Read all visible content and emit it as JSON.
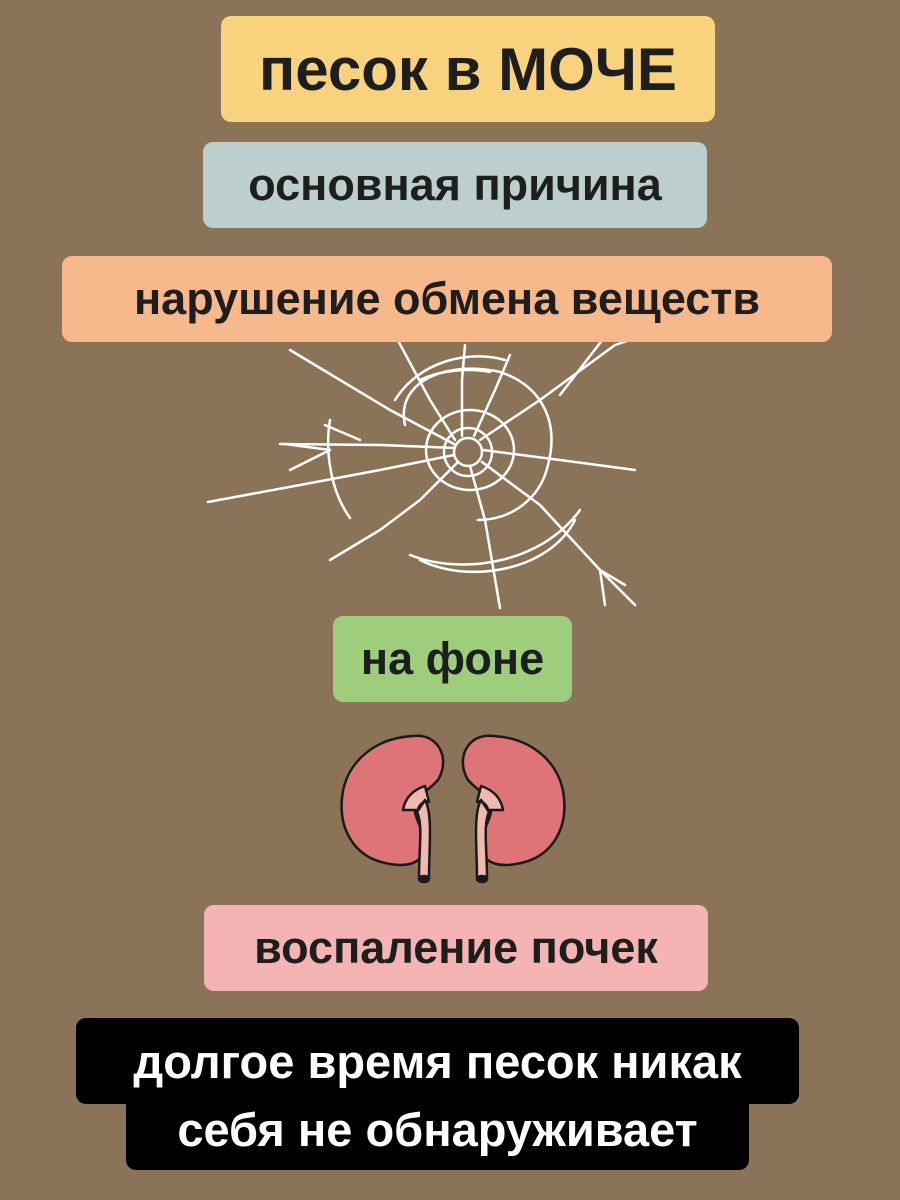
{
  "title": {
    "text": "песок в МОЧЕ",
    "bg": "#f8d27c"
  },
  "cause_label": {
    "text": "основная причина",
    "bg": "#bccfce"
  },
  "metabolism_label": {
    "text": "нарушение обмена веществ",
    "bg": "#f7b88c"
  },
  "background_label": {
    "text": "на фоне",
    "bg": "#9ecd7b"
  },
  "inflammation_label": {
    "text": "воспаление почек",
    "bg": "#f4b4b4"
  },
  "caption": {
    "line1": "долгое время песок никак",
    "line2": "себя не обнаруживает"
  },
  "illustrations": {
    "crack_icon": "cracked-glass-icon",
    "kidneys_icon": "kidneys-icon",
    "kidney_color": "#de7378",
    "ureter_color": "#f0b9b0"
  }
}
